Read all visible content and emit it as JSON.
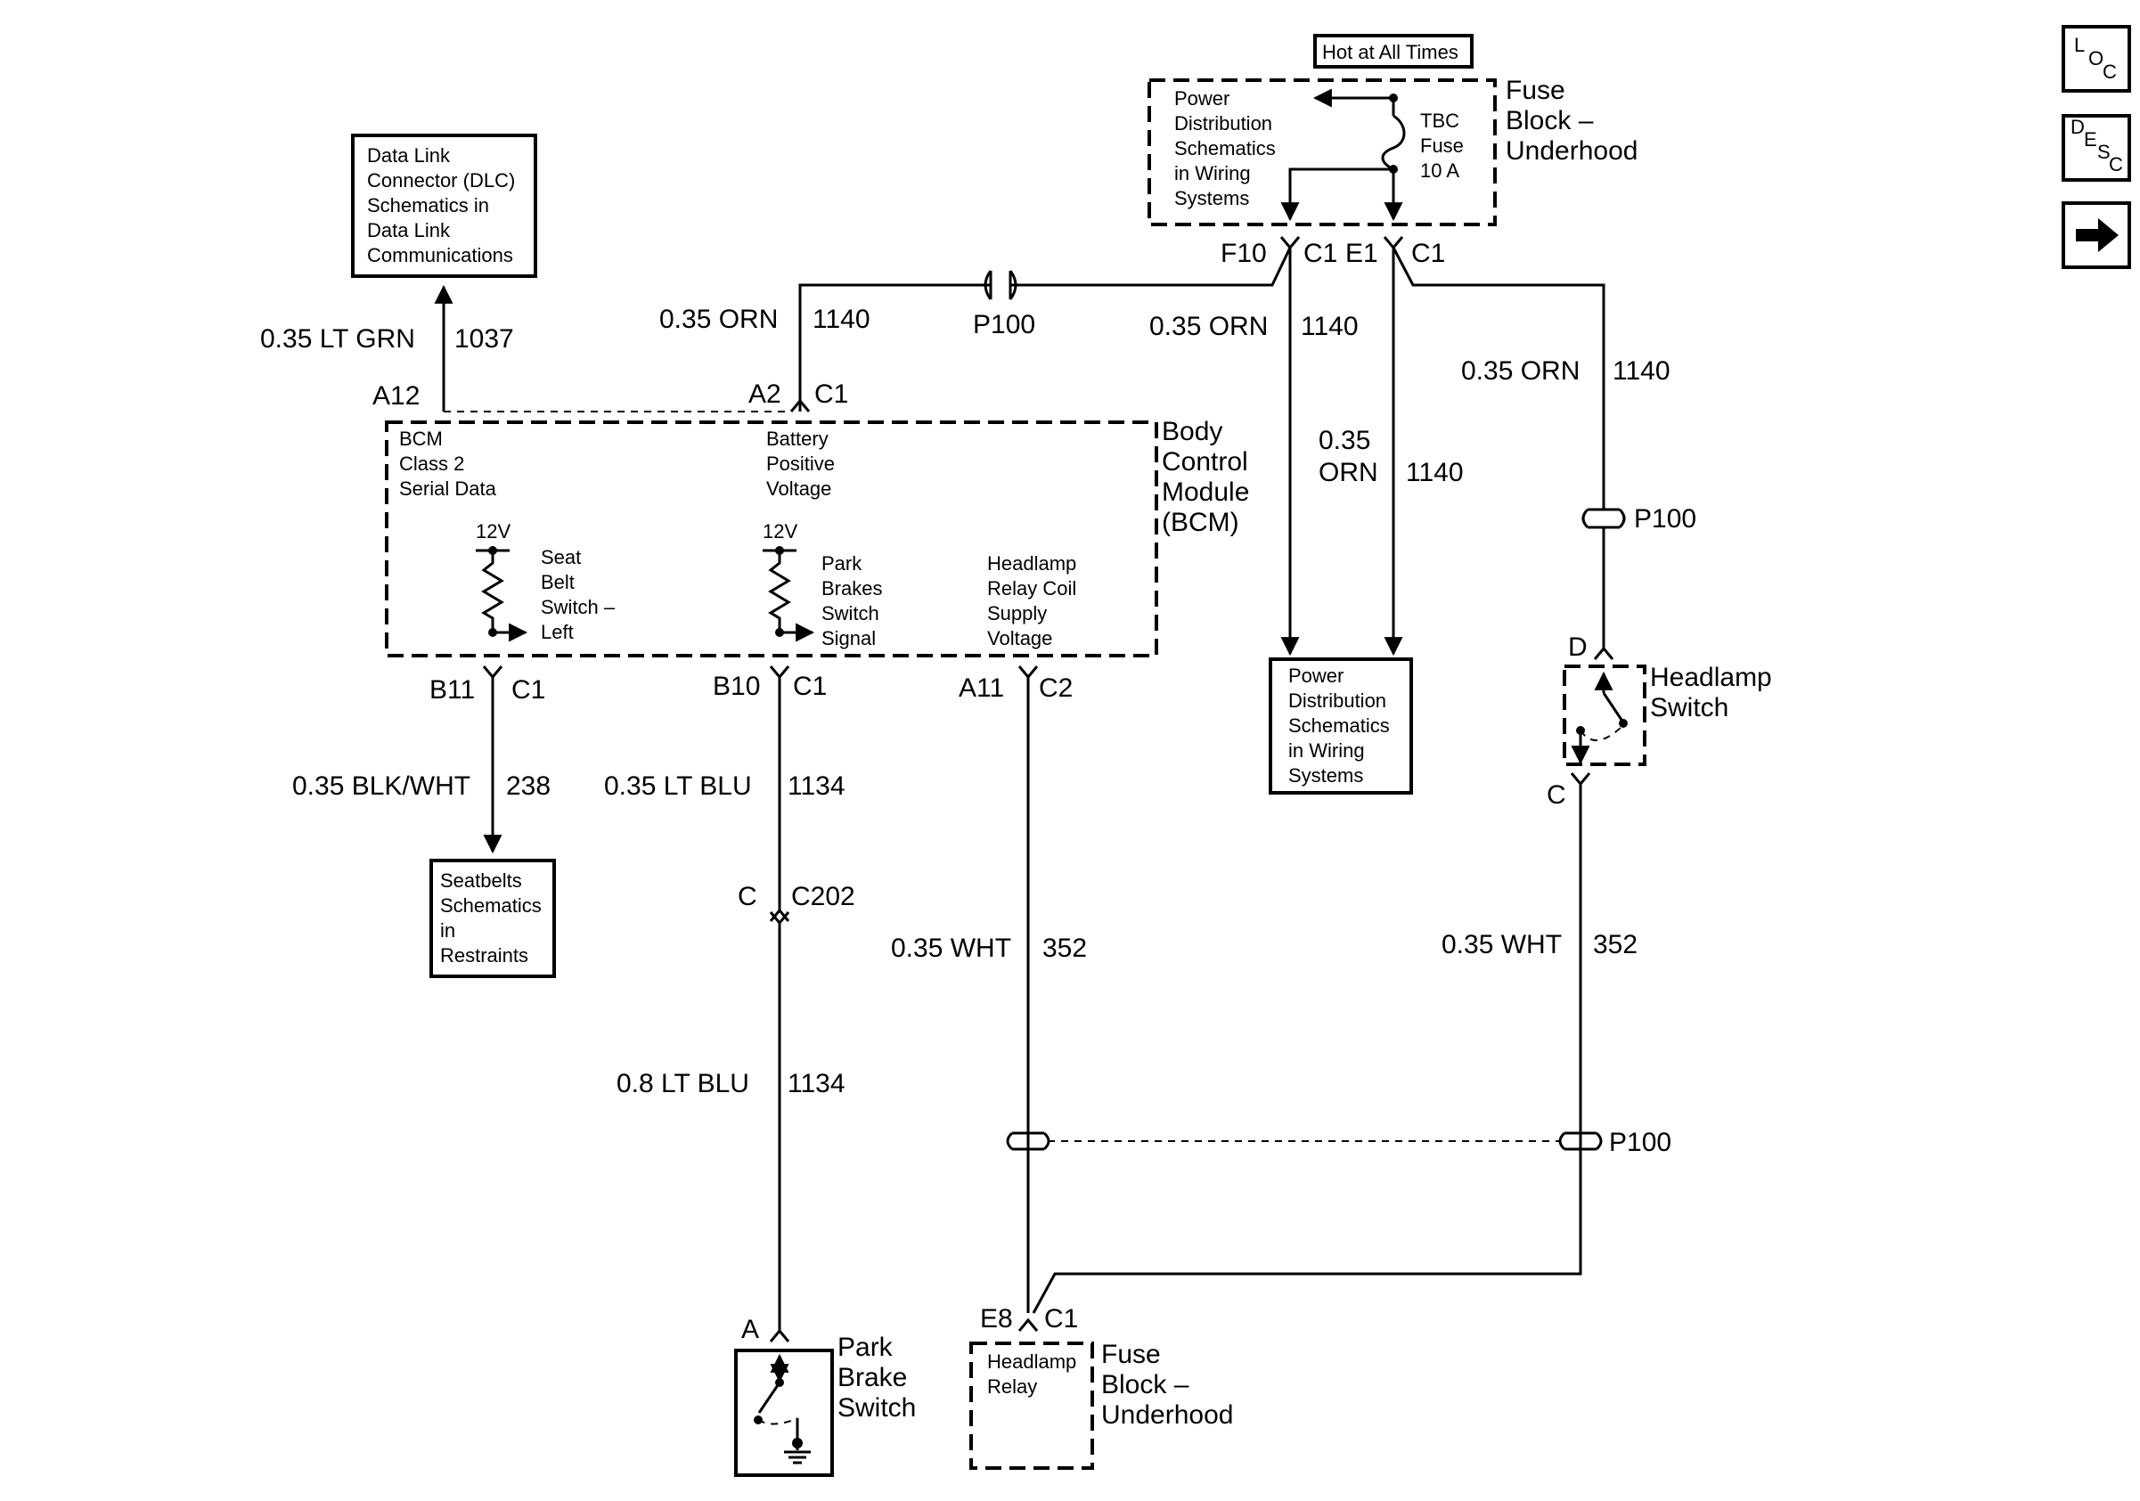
{
  "nav": {
    "loc": {
      "l1": "L",
      "l2": "O",
      "l3": "C"
    },
    "desc": {
      "l1": "D",
      "l2": "E",
      "l3": "S",
      "l4": "C"
    }
  },
  "fuse_block_top": {
    "hot_label": "Hot at All Times",
    "name": [
      "Fuse",
      "Block –",
      "Underhood"
    ],
    "pdist_ref": [
      "Power",
      "Distribution",
      "Schematics",
      "in Wiring",
      "Systems"
    ],
    "fuse": [
      "TBC",
      "Fuse",
      "10 A"
    ],
    "pins": {
      "f10": "F10",
      "c1a": "C1",
      "e1": "E1",
      "c1b": "C1"
    }
  },
  "dlc_box": [
    "Data Link",
    "Connector (DLC)",
    "Schematics in",
    "Data Link",
    "Communications"
  ],
  "pdist_box": [
    "Power",
    "Distribution",
    "Schematics",
    "in Wiring",
    "Systems"
  ],
  "seatbelt_box": [
    "Seatbelts",
    "Schematics",
    "in",
    "Restraints"
  ],
  "bcm": {
    "name": [
      "Body",
      "Control",
      "Module",
      "(BCM)"
    ],
    "class2": [
      "BCM",
      "Class 2",
      "Serial Data"
    ],
    "battery": [
      "Battery",
      "Positive",
      "Voltage"
    ],
    "v12a": "12V",
    "v12b": "12V",
    "seat": [
      "Seat",
      "Belt",
      "Switch –",
      "Left"
    ],
    "park": [
      "Park",
      "Brakes",
      "Switch",
      "Signal"
    ],
    "headlamp": [
      "Headlamp",
      "Relay Coil",
      "Supply",
      "Voltage"
    ],
    "pins": {
      "a12": "A12",
      "a2": "A2",
      "a2c": "C1",
      "b11": "B11",
      "b11c": "C1",
      "b10": "B10",
      "b10c": "C1",
      "a11": "A11",
      "a11c": "C2"
    }
  },
  "wires": {
    "w1037": {
      "gauge": "0.35 LT GRN",
      "circuit": "1037"
    },
    "w1140a": {
      "gauge": "0.35 ORN",
      "circuit": "1140"
    },
    "w1140b": {
      "gauge": "0.35 ORN",
      "circuit": "1140"
    },
    "w1140c": {
      "gauge1": "0.35",
      "gauge2": "ORN",
      "circuit": "1140"
    },
    "w1140d": {
      "gauge": "0.35 ORN",
      "circuit": "1140"
    },
    "w238": {
      "gauge": "0.35 BLK/WHT",
      "circuit": "238"
    },
    "w1134a": {
      "gauge": "0.35 LT BLU",
      "circuit": "1134"
    },
    "w1134b": {
      "gauge": "0.8 LT BLU",
      "circuit": "1134"
    },
    "w352a": {
      "gauge": "0.35 WHT",
      "circuit": "352"
    },
    "w352b": {
      "gauge": "0.35 WHT",
      "circuit": "352"
    }
  },
  "splices": {
    "p100_top": "P100",
    "p100_right": "P100",
    "p100_bottom": "P100"
  },
  "c202": {
    "pin": "C",
    "name": "C202"
  },
  "headlamp_switch": {
    "name": [
      "Headlamp",
      "Switch"
    ],
    "pin_d": "D",
    "pin_c": "C"
  },
  "park_brake_switch": {
    "name": [
      "Park",
      "Brake",
      "Switch"
    ],
    "pin_a": "A"
  },
  "headlamp_relay": {
    "label": [
      "Headlamp",
      "Relay"
    ],
    "fuse_block": [
      "Fuse",
      "Block –",
      "Underhood"
    ],
    "pin": "E8",
    "conn": "C1"
  }
}
